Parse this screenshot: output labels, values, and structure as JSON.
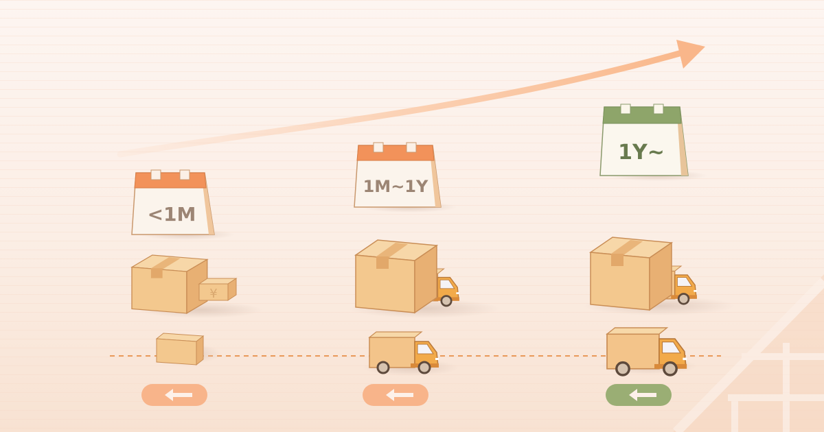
{
  "illustration": {
    "theme": "storage duration / logistics tiers",
    "colors": {
      "background": "#fdf1ea",
      "orange": "#f2925a",
      "green": "#8ea56a",
      "box": "#f3c88e",
      "box_dark": "#e2ad6f",
      "truck": "#f2aa4a",
      "arrow": "#fbc49c",
      "pill_orange": "#f8b48a",
      "pill_green": "#9aae74"
    },
    "growth_arrow": {
      "icon": "trend-up-arrow-icon"
    },
    "tiers": [
      {
        "calendar_label": "<1M",
        "calendar_color": "orange",
        "upper_icon": "box-with-yen-package",
        "lower_icon": "small-box",
        "button_icon": "arrow-left-icon",
        "button_color": "orange"
      },
      {
        "calendar_label": "1M~1Y",
        "calendar_color": "orange",
        "upper_icon": "large-box-with-truck",
        "lower_icon": "delivery-truck",
        "button_icon": "arrow-left-icon",
        "button_color": "orange"
      },
      {
        "calendar_label": "1Y~",
        "calendar_color": "green",
        "upper_icon": "large-box-with-truck",
        "lower_icon": "delivery-truck",
        "button_icon": "arrow-left-icon",
        "button_color": "green"
      }
    ]
  }
}
